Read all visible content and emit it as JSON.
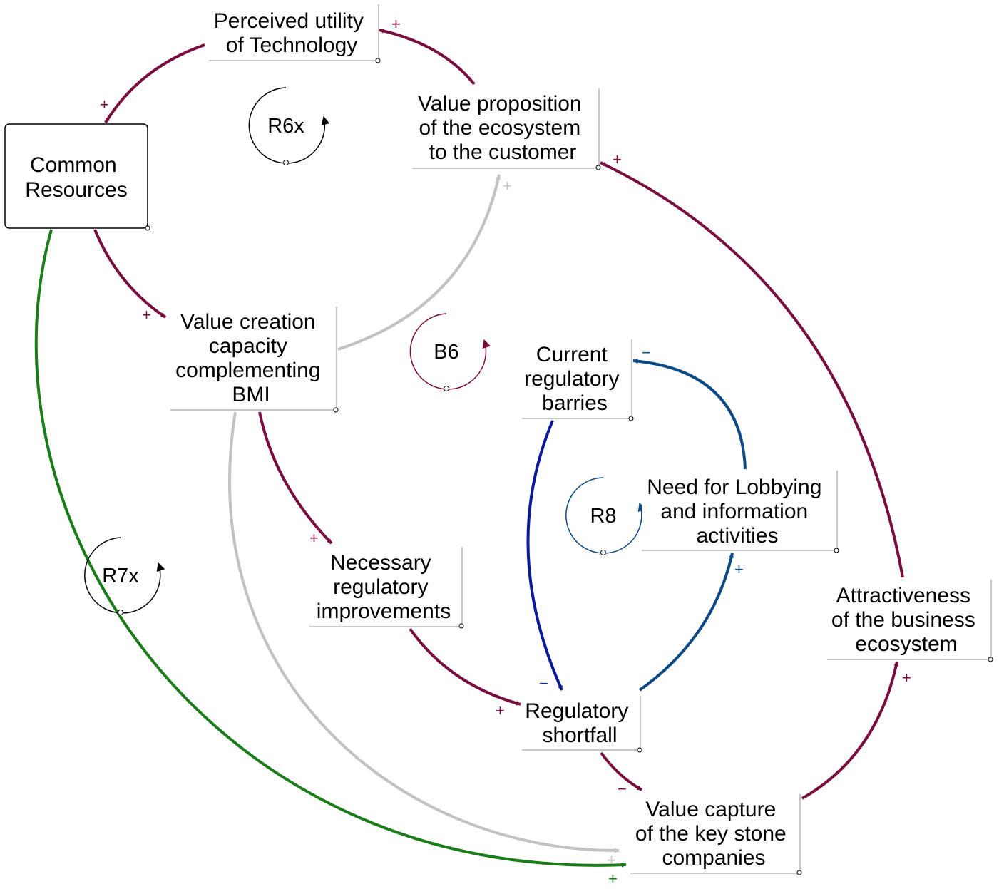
{
  "colors": {
    "positive_link": "#7a0d3f",
    "blue_link": "#0c4a87",
    "dark_blue_link": "#0a1a9a",
    "green_link": "#1a7d1a",
    "gray_link": "#c2c2c2",
    "node_border": "#b5b5b5",
    "text": "#000000"
  },
  "nodes": {
    "perceived_utility": [
      "Perceived utility",
      "of Technology"
    ],
    "value_proposition": [
      "Value proposition",
      "of the ecosystem",
      "to the customer"
    ],
    "common_resources": [
      "Common",
      "Resources"
    ],
    "value_creation": [
      "Value creation",
      "capacity",
      "complementing",
      "BMI"
    ],
    "current_barriers": [
      "Current",
      "regulatory",
      "barries"
    ],
    "need_lobbying": [
      "Need for Lobbying",
      "and information",
      "activities"
    ],
    "necessary_improvements": [
      "Necessary",
      "regulatory",
      "improvements"
    ],
    "attractiveness": [
      "Attractiveness",
      "of the business",
      "ecosystem"
    ],
    "regulatory_shortfall": [
      "Regulatory",
      "shortfall"
    ],
    "value_capture": [
      "Value capture",
      "of the key stone",
      "companies"
    ]
  },
  "loops": {
    "r6x": "R6x",
    "b6": "B6",
    "r8": "R8",
    "r7x": "R7x"
  },
  "signs": {
    "plus": "+",
    "minus": "−"
  }
}
